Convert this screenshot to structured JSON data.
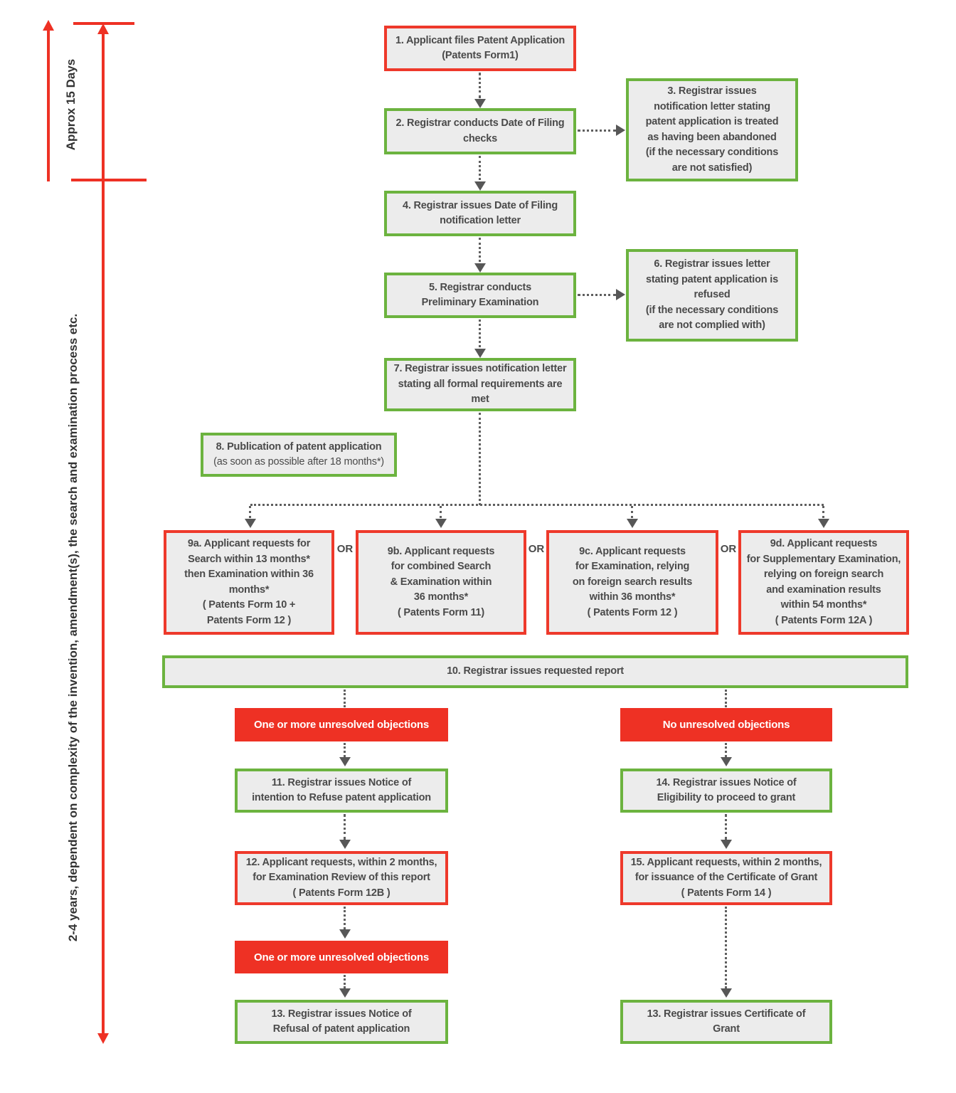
{
  "colors": {
    "red-border": "#ee392b",
    "red-fill": "#ee3124",
    "green-border": "#6cb33f",
    "box-fill": "#ececec",
    "text": "#4a4a4a",
    "dot": "#5f5f5f",
    "arrow": "#575757",
    "label": "#333333"
  },
  "timeline": {
    "short_label": "Approx 15 Days",
    "long_label": "2-4 years, dependent on complexity of the invention, amendment(s), the search and examination process etc."
  },
  "or_separator": "OR",
  "nodes": {
    "n1": {
      "text": "1. Applicant files Patent Application\n(Patents Form1)"
    },
    "n2": {
      "text": "2. Registrar conducts Date of Filing\nchecks"
    },
    "n3": {
      "text": "3. Registrar issues\nnotification letter stating\npatent application is treated\nas having been abandoned\n(if the necessary conditions\nare not satisfied)"
    },
    "n4": {
      "text": "4. Registrar issues Date of Filing\nnotification letter"
    },
    "n5": {
      "text": "5. Registrar conducts\nPreliminary Examination"
    },
    "n6": {
      "text": "6. Registrar issues letter\nstating patent application is\nrefused\n(if the necessary conditions\nare not complied with)"
    },
    "n7": {
      "text": "7. Registrar issues notification letter\nstating all formal requirements are\nmet"
    },
    "n8": {
      "title": "8. Publication of patent application",
      "subtitle": "(as soon as possible after 18 months*)"
    },
    "n9a": {
      "text": "9a. Applicant requests for\nSearch within 13 months*\nthen Examination within 36\nmonths*\n( Patents Form 10 +\nPatents Form 12 )"
    },
    "n9b": {
      "text": "9b. Applicant requests\nfor combined Search\n& Examination within\n36 months*\n( Patents Form 11)"
    },
    "n9c": {
      "text": "9c. Applicant requests\nfor Examination, relying\non foreign search results\nwithin 36 months*\n( Patents Form 12 )"
    },
    "n9d": {
      "text": "9d. Applicant requests\nfor Supplementary Examination,\nrelying on foreign search\nand examination results\nwithin 54 months*\n( Patents Form 12A )"
    },
    "n10": {
      "text": "10. Registrar issues requested report"
    },
    "n11": {
      "text": "11. Registrar issues Notice of\nintention to Refuse patent application"
    },
    "n12": {
      "text": "12. Applicant requests, within 2 months,\nfor Examination Review of this report\n( Patents Form 12B )"
    },
    "n13_left": {
      "text": "13. Registrar issues Notice of\nRefusal of patent application"
    },
    "n13_right": {
      "text": "13. Registrar issues Certificate of\nGrant"
    },
    "n14": {
      "text": "14. Registrar issues Notice of\nEligibility to proceed to grant"
    },
    "n15": {
      "text": "15. Applicant requests, within 2 months,\nfor issuance of the Certificate of Grant\n( Patents Form 14 )"
    }
  },
  "tags": {
    "unresolved_1": "One or more unresolved objections",
    "no_unresolved": "No unresolved objections",
    "unresolved_2": "One or more unresolved objections"
  }
}
